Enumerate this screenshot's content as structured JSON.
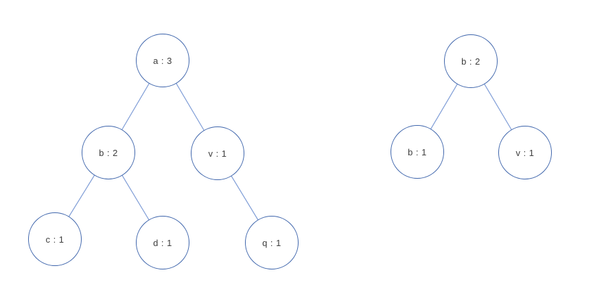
{
  "diagram": {
    "description": "Two binary tree diagrams with frequency-labeled nodes",
    "colors": {
      "background": "#ffffff",
      "node_stroke": "#3d64ab",
      "node_fill": "#ffffff",
      "edge_stroke": "#7e9cd6",
      "label_text": "#3d3d3d"
    },
    "trees": [
      {
        "name": "left-tree",
        "nodes": [
          {
            "id": "a3",
            "label": "a : 3",
            "value": 3,
            "symbol": "a"
          },
          {
            "id": "b2",
            "label": "b : 2",
            "value": 2,
            "symbol": "b"
          },
          {
            "id": "v1",
            "label": "v : 1",
            "value": 1,
            "symbol": "v"
          },
          {
            "id": "c1",
            "label": "c : 1",
            "value": 1,
            "symbol": "c"
          },
          {
            "id": "d1",
            "label": "d : 1",
            "value": 1,
            "symbol": "d"
          },
          {
            "id": "q1",
            "label": "q : 1",
            "value": 1,
            "symbol": "q"
          }
        ],
        "edges": [
          [
            "a3",
            "b2"
          ],
          [
            "a3",
            "v1"
          ],
          [
            "b2",
            "c1"
          ],
          [
            "b2",
            "d1"
          ],
          [
            "v1",
            "q1"
          ]
        ]
      },
      {
        "name": "right-tree",
        "nodes": [
          {
            "id": "rb2",
            "label": "b : 2",
            "value": 2,
            "symbol": "b"
          },
          {
            "id": "rb1",
            "label": "b : 1",
            "value": 1,
            "symbol": "b"
          },
          {
            "id": "rv1",
            "label": "v : 1",
            "value": 1,
            "symbol": "v"
          }
        ],
        "edges": [
          [
            "rb2",
            "rb1"
          ],
          [
            "rb2",
            "rv1"
          ]
        ]
      }
    ]
  }
}
